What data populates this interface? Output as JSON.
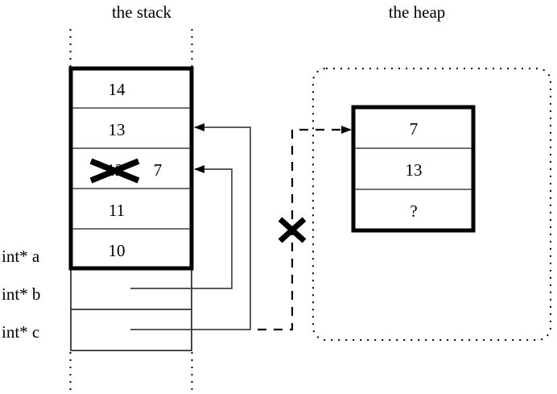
{
  "titles": {
    "stack": "the stack",
    "heap": "the heap"
  },
  "stack": {
    "frame_cells": [
      {
        "value": "14"
      },
      {
        "value": "13"
      },
      {
        "value": "12",
        "struck": true,
        "new_value": "7"
      },
      {
        "value": "11"
      },
      {
        "value": "10"
      }
    ],
    "variables": [
      {
        "label": "int* a"
      },
      {
        "label": "int* b"
      },
      {
        "label": "int* c"
      }
    ]
  },
  "heap": {
    "cells": [
      {
        "value": "7"
      },
      {
        "value": "13"
      },
      {
        "value": "?"
      }
    ]
  },
  "annotations": {
    "struck_value_label": "12",
    "replacement_value_label": "7",
    "broken_link_marker": "x-cross-mark",
    "struck_cell_marker": "x-cross-mark"
  },
  "colors": {
    "stroke": "#000000",
    "thin_stroke": "#444444",
    "background": "#ffffff"
  }
}
